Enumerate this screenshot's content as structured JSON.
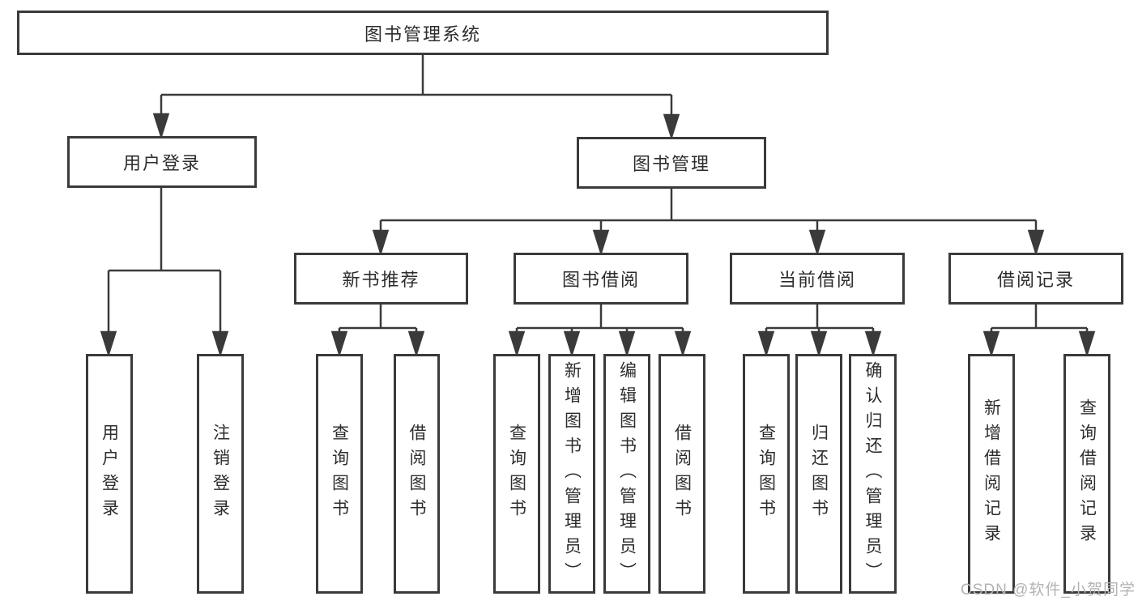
{
  "style": {
    "line_color": "#3a3a3a",
    "box_border_color": "#3a3a3a",
    "text_color": "#2d2d2d",
    "watermark_color": "#b3b3b3",
    "background": "#ffffff"
  },
  "tree": {
    "label": "图书管理系统",
    "children": [
      {
        "label": "用户登录",
        "children": [
          {
            "label": "用户登录"
          },
          {
            "label": "注销登录"
          }
        ]
      },
      {
        "label": "图书管理",
        "children": [
          {
            "label": "新书推荐",
            "children": [
              {
                "label": "查询图书"
              },
              {
                "label": "借阅图书"
              }
            ]
          },
          {
            "label": "图书借阅",
            "children": [
              {
                "label": "查询图书"
              },
              {
                "label": "新增图书（管理员）"
              },
              {
                "label": "编辑图书（管理员）"
              },
              {
                "label": "借阅图书"
              }
            ]
          },
          {
            "label": "当前借阅",
            "children": [
              {
                "label": "查询图书"
              },
              {
                "label": "归还图书"
              },
              {
                "label": "确认归还（管理员）"
              }
            ]
          },
          {
            "label": "借阅记录",
            "children": [
              {
                "label": "新增借阅记录"
              },
              {
                "label": "查询借阅记录"
              }
            ]
          }
        ]
      }
    ]
  },
  "watermark": {
    "text": "CSDN @软件_小贺同学"
  }
}
